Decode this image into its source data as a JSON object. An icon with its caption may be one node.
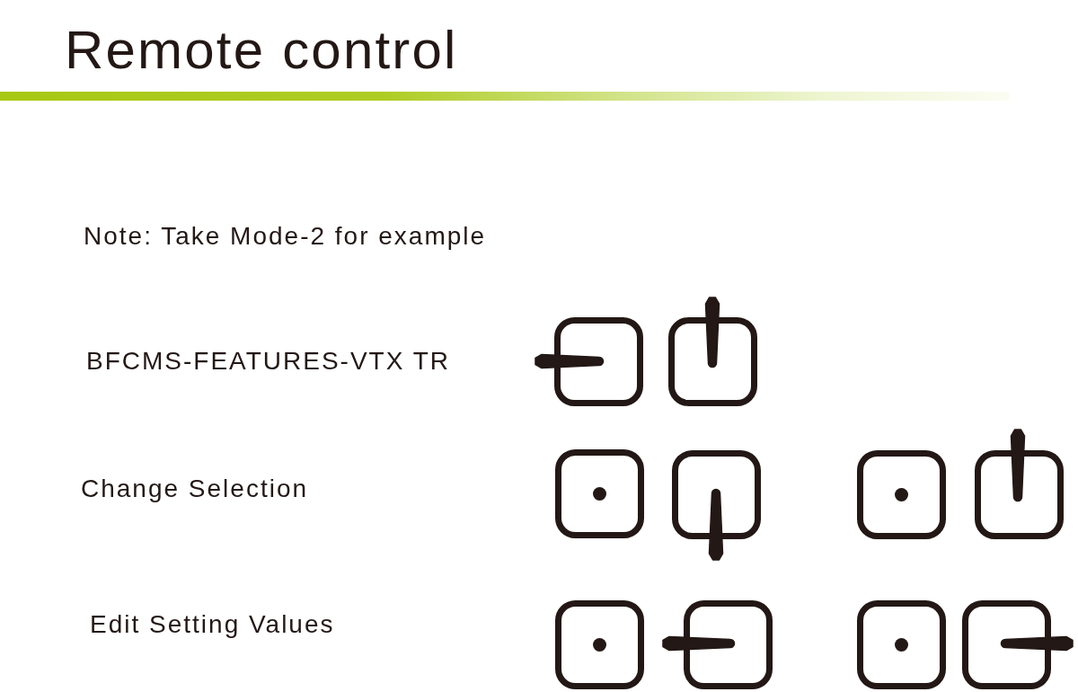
{
  "diagram": {
    "title": "Remote control",
    "labels": [
      "Note: Take Mode-2 for example",
      "BFCMS-FEATURES-VTX TR",
      "Change Selection",
      "Edit Setting Values"
    ]
  }
}
